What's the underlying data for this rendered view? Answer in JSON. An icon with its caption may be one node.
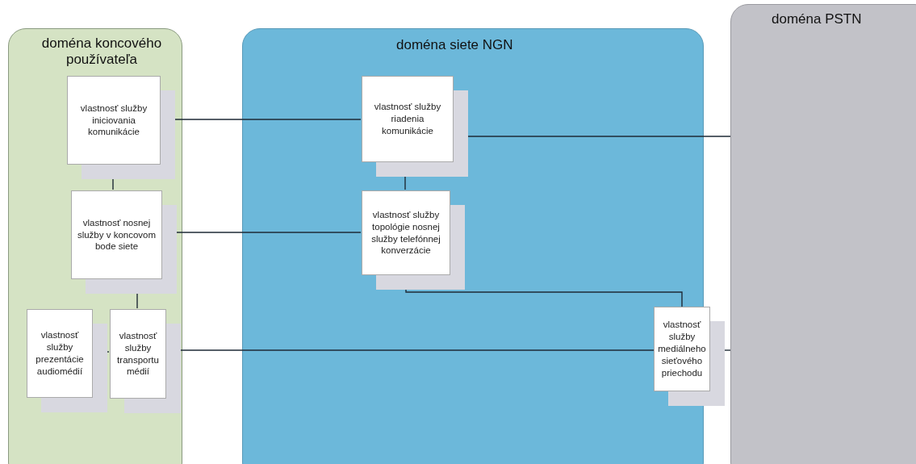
{
  "diagram": {
    "nodes": [
      {
        "text": [
          "doména koncového používateľa"
        ]
      },
      {
        "text": [
          "doména siete NGN"
        ]
      },
      {
        "text": [
          "doména PSTN"
        ]
      },
      {
        "text": [
          "vlastnosť služby iniciovania komunikácie"
        ],
        "in": 0
      },
      {
        "text": [
          "vlastnosť služby riadenia komunikácie"
        ],
        "in": 1
      },
      {
        "text": [
          "vlastnosť nosnej služby v koncovom bode siete"
        ],
        "in": 0
      },
      {
        "text": [
          "vlastnosť služby topológie nosnej služby telefónnej konverzácie"
        ],
        "in": 1
      },
      {
        "text": [
          "vlastnosť služby prezentácie audiomédií"
        ],
        "in": 0
      },
      {
        "text": [
          "vlastnosť služby transportu médií"
        ],
        "in": 0
      },
      {
        "text": [
          "vlastnosť služby mediálneho sieťového priechodu"
        ]
      }
    ],
    "edges": [
      {
        "from": 3,
        "to": 4,
        "arrow": "none"
      },
      {
        "from": 4,
        "to": 2,
        "arrow": "none"
      },
      {
        "from": 3,
        "to": 5,
        "arrow": "none"
      },
      {
        "from": 4,
        "to": 6,
        "arrow": "none"
      },
      {
        "from": 5,
        "to": 6,
        "arrow": "none"
      },
      {
        "from": 5,
        "to": 8,
        "arrow": "none"
      },
      {
        "from": 6,
        "to": 9,
        "arrow": "none"
      },
      {
        "from": 7,
        "to": 8,
        "arrow": "none"
      },
      {
        "from": 8,
        "to": 9,
        "arrow": "none"
      },
      {
        "from": 9,
        "to": 2,
        "arrow": "none"
      }
    ]
  }
}
